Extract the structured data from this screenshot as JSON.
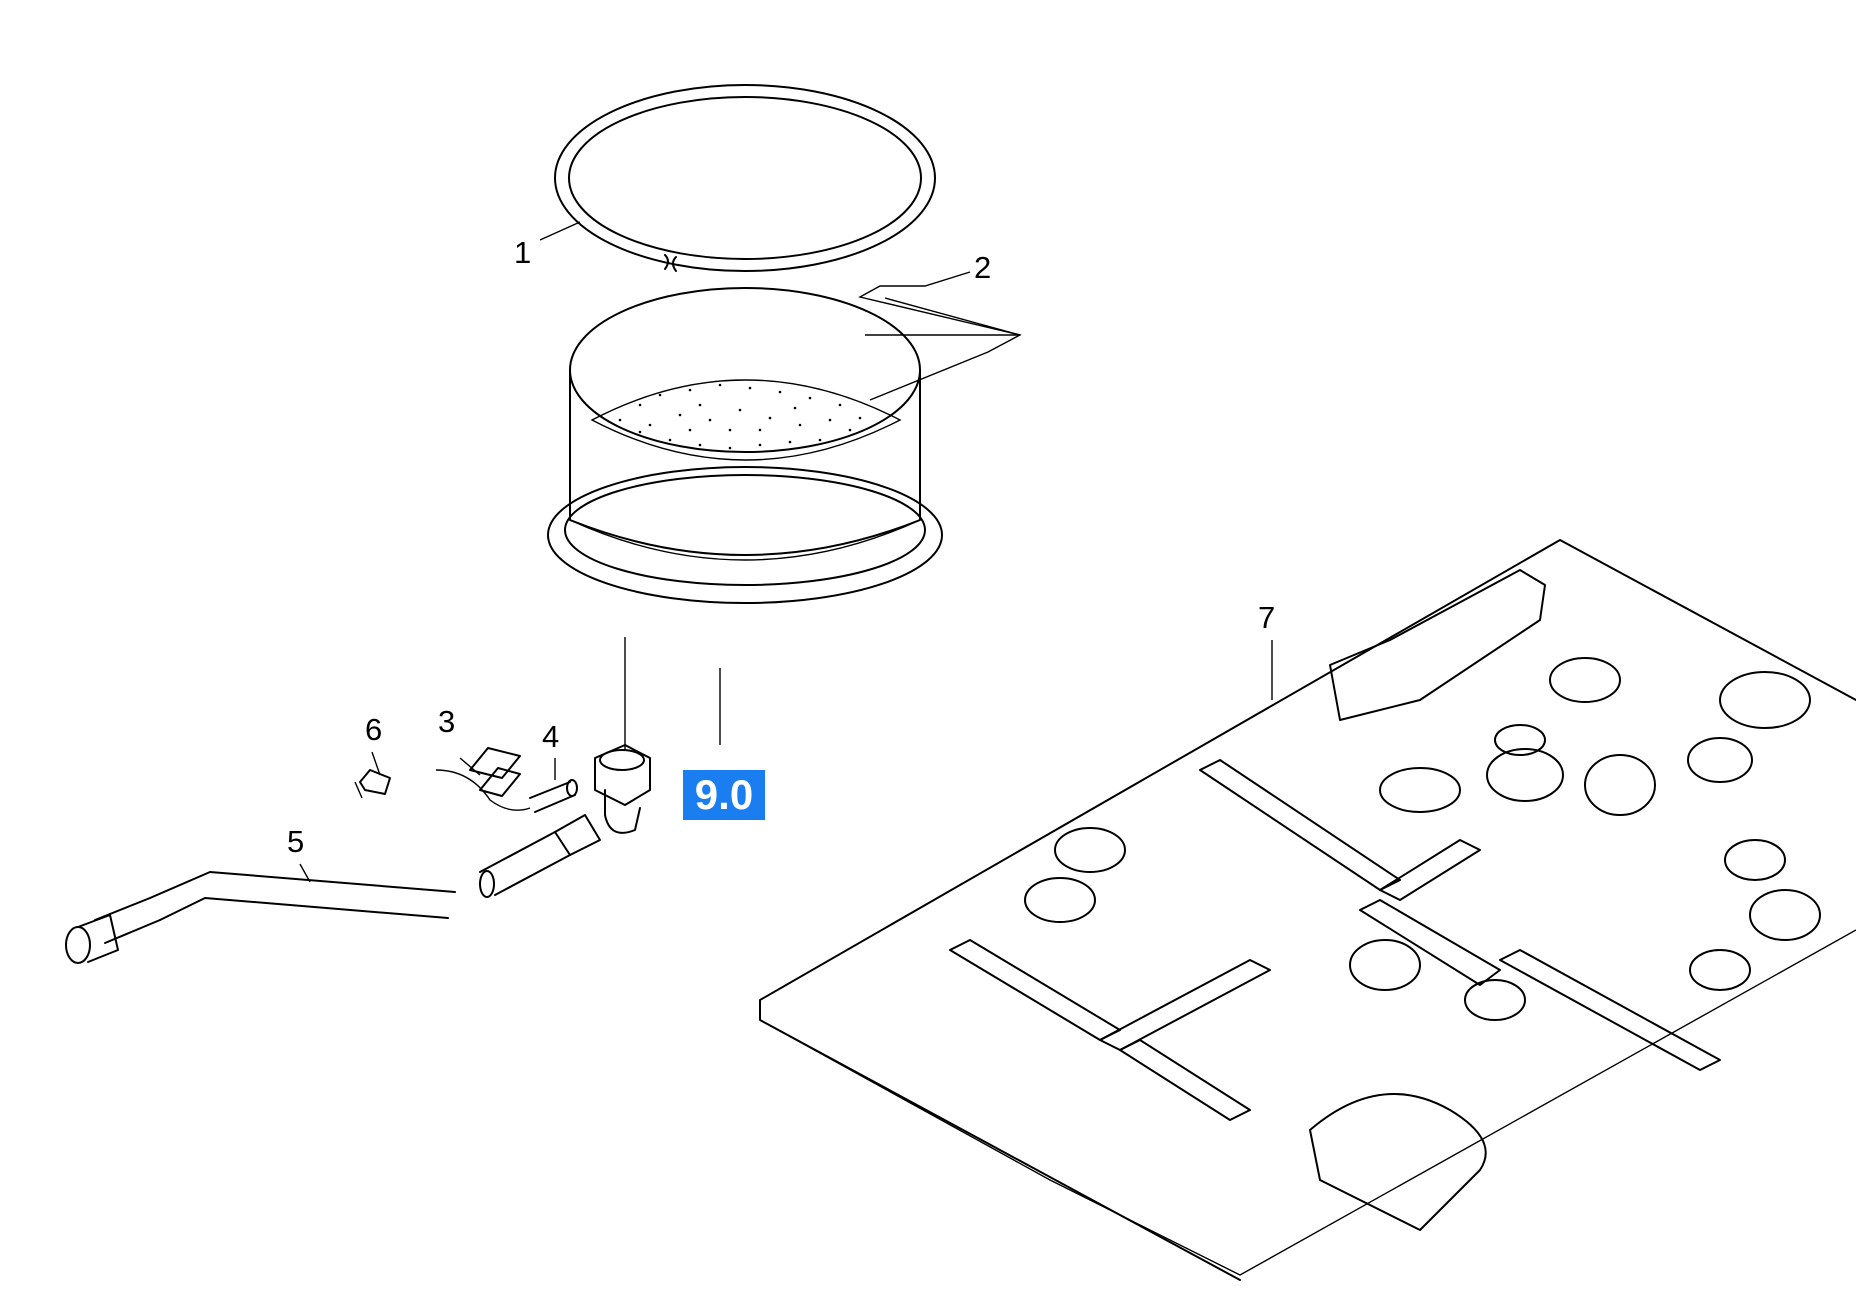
{
  "diagram": {
    "callouts": [
      {
        "id": "1",
        "label": "1",
        "part": "ring"
      },
      {
        "id": "2",
        "label": "2",
        "part": "filter-cartridge"
      },
      {
        "id": "3",
        "label": "3",
        "part": "bracket"
      },
      {
        "id": "4",
        "label": "4",
        "part": "sleeve"
      },
      {
        "id": "5",
        "label": "5",
        "part": "hose"
      },
      {
        "id": "6",
        "label": "6",
        "part": "clip"
      },
      {
        "id": "7",
        "label": "7",
        "part": "base-plate"
      }
    ],
    "reference_badge": {
      "label": "9.0",
      "color": "#1a7ef0"
    }
  }
}
